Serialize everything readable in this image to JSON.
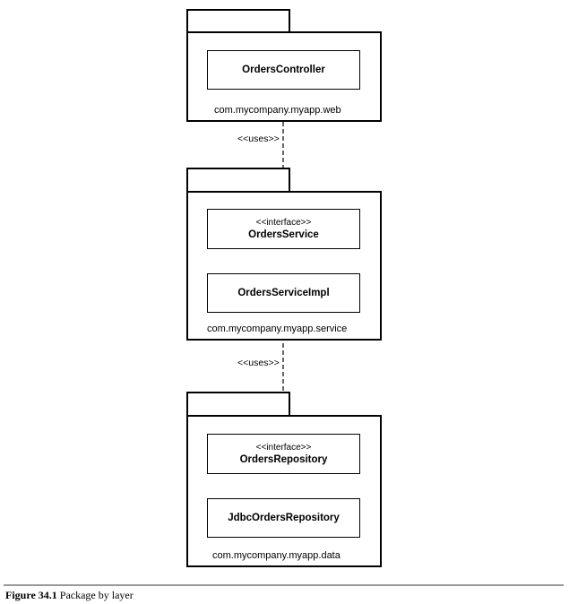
{
  "packages": {
    "web": {
      "name": "com.mycompany.myapp.web",
      "classes": {
        "controller": "OrdersController"
      }
    },
    "service": {
      "name": "com.mycompany.myapp.service",
      "interface": {
        "stereotype": "<<interface>>",
        "name": "OrdersService"
      },
      "impl": "OrdersServiceImpl"
    },
    "data": {
      "name": "com.mycompany.myapp.data",
      "interface": {
        "stereotype": "<<interface>>",
        "name": "OrdersRepository"
      },
      "impl": "JdbcOrdersRepository"
    }
  },
  "dependencies": {
    "web_to_service": "<<uses>>",
    "service_to_data": "<<uses>>"
  },
  "caption": {
    "number": "Figure 34.1",
    "text": "Package by layer"
  }
}
